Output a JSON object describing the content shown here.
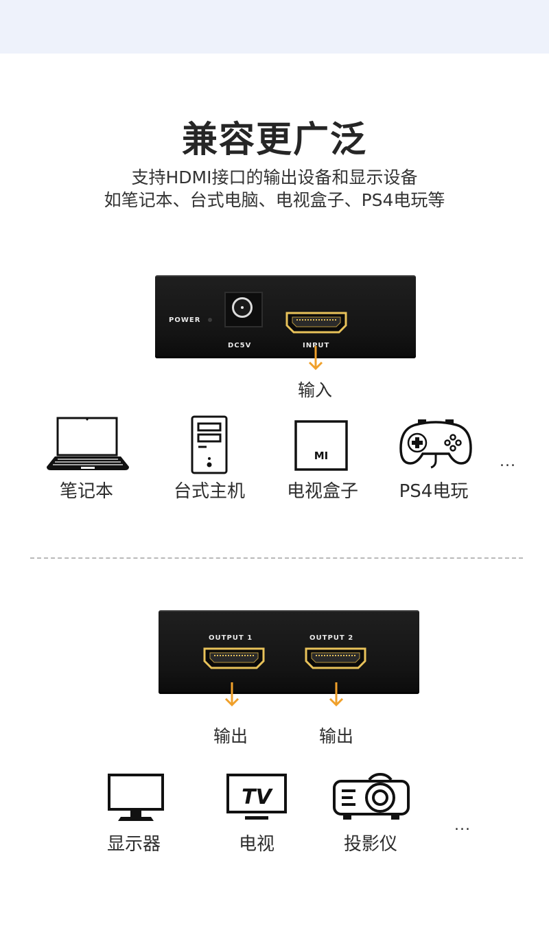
{
  "header": {
    "title": "兼容更广泛",
    "subtitle_line1": "支持HDMI接口的输出设备和显示设备",
    "subtitle_line2": "如笔记本、台式电脑、电视盒子、PS4电玩等"
  },
  "input_device": {
    "power_label": "POWER",
    "dc_label": "DC5V",
    "port_label": "INPUT",
    "io_text": "输入"
  },
  "sources": [
    {
      "name": "笔记本",
      "icon": "laptop-icon"
    },
    {
      "name": "台式主机",
      "icon": "desktop-tower-icon"
    },
    {
      "name": "电视盒子",
      "icon": "tv-box-icon",
      "brand": "MI"
    },
    {
      "name": "PS4电玩",
      "icon": "gamepad-icon"
    }
  ],
  "more": "...",
  "output_device": {
    "port1_label": "OUTPUT 1",
    "port2_label": "OUTPUT 2",
    "io_text_1": "输出",
    "io_text_2": "输出"
  },
  "displays": [
    {
      "name": "显示器",
      "icon": "monitor-icon"
    },
    {
      "name": "电视",
      "icon": "tv-icon",
      "badge": "TV"
    },
    {
      "name": "投影仪",
      "icon": "projector-icon"
    }
  ],
  "colors": {
    "accent_arrow": "#f0a02a",
    "hdmi_gold": "#e8c25a",
    "device_body": "#161616",
    "top_band": "#eef2fb"
  }
}
